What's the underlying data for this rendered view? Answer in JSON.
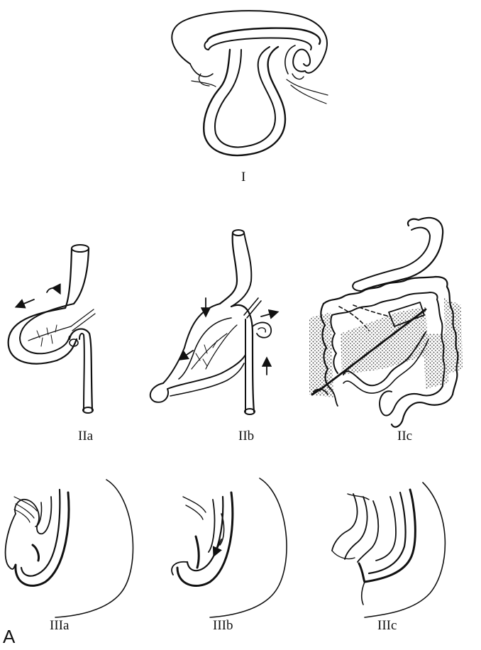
{
  "figure": {
    "panel_letter": "A",
    "stages": [
      {
        "id": "I",
        "label": "I"
      },
      {
        "id": "IIa",
        "label": "IIa"
      },
      {
        "id": "IIb",
        "label": "IIb"
      },
      {
        "id": "IIc",
        "label": "IIc"
      },
      {
        "id": "IIIa",
        "label": "IIIa"
      },
      {
        "id": "IIIb",
        "label": "IIIb"
      },
      {
        "id": "IIIc",
        "label": "IIIc"
      }
    ],
    "colors": {
      "ink": "#111111",
      "background": "#ffffff",
      "stipple": "#555555"
    }
  }
}
